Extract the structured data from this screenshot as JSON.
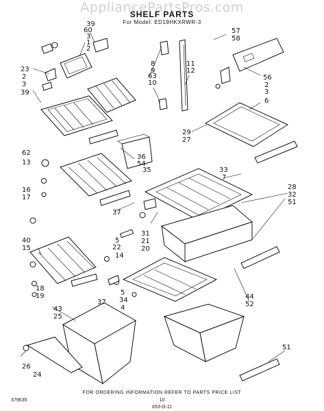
{
  "watermark": "AppliancePartsPros.com",
  "title": "SHELF PARTS",
  "subtitle": "For Model: ED19HKXRWR-3",
  "footer": {
    "order_info": "FOR ORDERING INFORMATION REFER TO PARTS PRICE LIST",
    "page_number": "10",
    "doc_code": "379635",
    "handwritten": "653-G-11"
  },
  "labels": {
    "l39a": "39",
    "l60": "60",
    "l3a": "3",
    "l1": "1",
    "l2a": "2",
    "l23": "23",
    "l2b": "2",
    "l3b": "3",
    "l39b": "39",
    "l57": "57",
    "l58": "58",
    "l8": "8",
    "l9": "9",
    "l63": "63",
    "l10": "10",
    "l11": "11",
    "l12": "12",
    "l56": "56",
    "l2c": "2",
    "l3c": "3",
    "l6": "6",
    "l29": "29",
    "l27": "27",
    "l62": "62",
    "l13": "13",
    "l36": "36",
    "l54": "54",
    "l35": "35",
    "l16": "16",
    "l17": "17",
    "l33": "33",
    "l7": "7",
    "l28": "28",
    "l32": "32",
    "l51a": "51",
    "l37a": "37",
    "l5a": "5",
    "l22": "22",
    "l31": "31",
    "l21": "21",
    "l20": "20",
    "l14": "14",
    "l40": "40",
    "l15": "15",
    "l18": "18",
    "l19": "19",
    "l37b": "37",
    "l5b": "5",
    "l34": "34",
    "l4": "4",
    "l44": "44",
    "l52": "52",
    "l43": "43",
    "l25": "25",
    "l26": "26",
    "l24": "24",
    "l51b": "51"
  }
}
